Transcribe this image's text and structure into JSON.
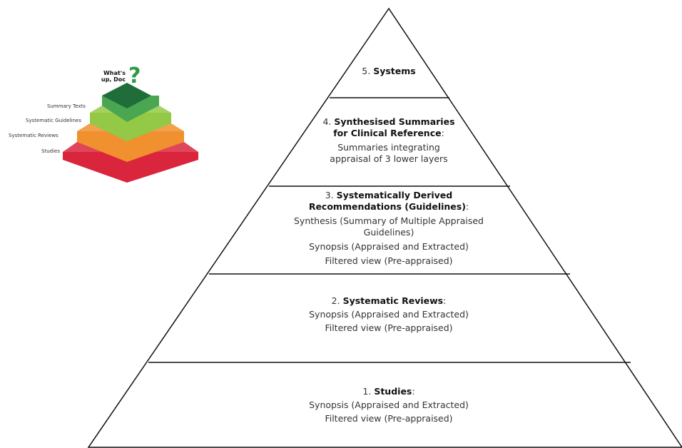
{
  "thumbnail": {
    "question": [
      "What's",
      "up, Doc"
    ],
    "layers": [
      "Summary Texts",
      "Systematic Guidelines",
      "Systematic Reviews",
      "Studies"
    ],
    "colors": {
      "top": "#1f6e3a",
      "level2": "#4aa651",
      "level3": "#94c947",
      "level4": "#f0902e",
      "base": "#d9263d",
      "question_mark": "#2e9a45"
    }
  },
  "pyramid": {
    "layers": [
      {
        "number": "5.",
        "title": "Systems",
        "suffix": "",
        "lines": []
      },
      {
        "number": "4.",
        "title_lines": [
          "Synthesised Summaries",
          "for Clinical Reference"
        ],
        "suffix": ":",
        "lines": [
          "Summaries integrating",
          "appraisal of 3 lower layers"
        ]
      },
      {
        "number": "3.",
        "title_lines": [
          "Systematically Derived",
          "Recommendations (Guidelines)"
        ],
        "suffix": ":",
        "lines": [
          "Synthesis (Summary of Multiple Appraised",
          "Guidelines)",
          "Synopsis (Appraised and Extracted)",
          "Filtered view (Pre-appraised)"
        ]
      },
      {
        "number": "2.",
        "title": "Systematic Reviews",
        "suffix": ":",
        "lines": [
          "Synopsis (Appraised and Extracted)",
          "Filtered view (Pre-appraised)"
        ]
      },
      {
        "number": "1.",
        "title": "Studies",
        "suffix": ":",
        "lines": [
          "Synopsis (Appraised and Extracted)",
          "Filtered view (Pre-appraised)"
        ]
      }
    ]
  }
}
